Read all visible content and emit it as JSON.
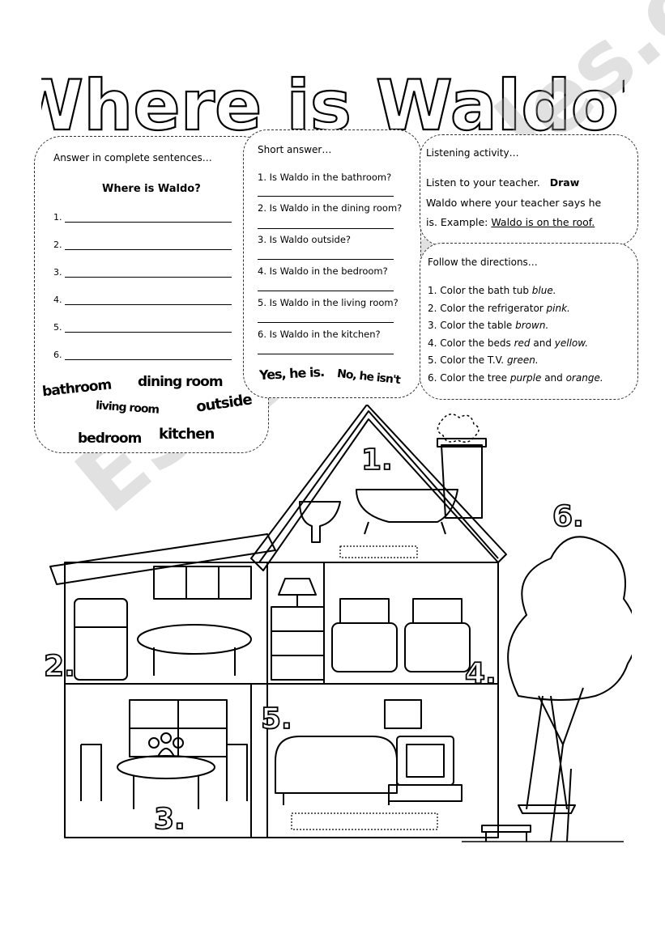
{
  "title": "Where is Waldo?",
  "box1": {
    "heading": "Answer in complete sentences…",
    "question": "Where is Waldo?",
    "items": [
      "1.",
      "2.",
      "3.",
      "4.",
      "5.",
      "6."
    ],
    "word_bank": [
      "bathroom",
      "dining room",
      "living room",
      "outside",
      "bedroom",
      "kitchen"
    ]
  },
  "box2": {
    "heading": "Short answer…",
    "questions": [
      "1.  Is Waldo in the bathroom?",
      "2. Is Waldo in the dining room?",
      "3. Is Waldo outside?",
      "4. Is Waldo in the bedroom?",
      "5. Is Waldo in the living room?",
      "6. Is Waldo in the kitchen?"
    ],
    "answers": [
      "Yes, he is.",
      "No, he isn't"
    ]
  },
  "box3": {
    "heading": "Listening activity…",
    "line1": "Listen to your teacher.",
    "draw": "Draw",
    "line2": "Waldo where your teacher says he",
    "line3_prefix": "is.  Example: ",
    "example": "Waldo is on the roof."
  },
  "box4": {
    "heading": "Follow the directions…",
    "directions": [
      {
        "text": "1. Color the bath tub ",
        "color1": "blue",
        "mid": "",
        "color2": ""
      },
      {
        "text": "2. Color the refrigerator ",
        "color1": "pink",
        "mid": "",
        "color2": ""
      },
      {
        "text": "3. Color the table ",
        "color1": "brown",
        "mid": "",
        "color2": ""
      },
      {
        "text": "4. Color the beds ",
        "color1": "red",
        "mid": " and ",
        "color2": "yellow"
      },
      {
        "text": "5. Color the T.V. ",
        "color1": "green",
        "mid": "",
        "color2": ""
      },
      {
        "text": "6. Color the tree ",
        "color1": "purple",
        "mid": " and ",
        "color2": "orange"
      }
    ]
  },
  "house_numbers": [
    "1.",
    "2.",
    "3.",
    "4.",
    "5.",
    "6."
  ],
  "watermark": "ESLprintables.com"
}
